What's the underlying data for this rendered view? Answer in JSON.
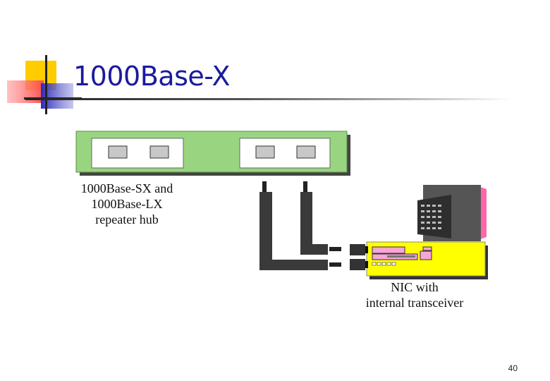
{
  "slide": {
    "title": "1000Base-X",
    "page_number": "40"
  },
  "diagram": {
    "hub_label": [
      "1000Base-SX and",
      "1000Base-LX",
      "repeater hub"
    ],
    "nic_label": [
      "NIC with",
      "internal transceiver"
    ]
  },
  "colors": {
    "title": "#1a1a9e",
    "hub_body": "#99d580",
    "computer_body": "#ffff00",
    "card_pink": "#f7a6d6",
    "cable": "#3a3a3a",
    "logo_yellow": "#ffcc00",
    "logo_red": "#ff6666",
    "logo_blue": "#3333cc"
  }
}
